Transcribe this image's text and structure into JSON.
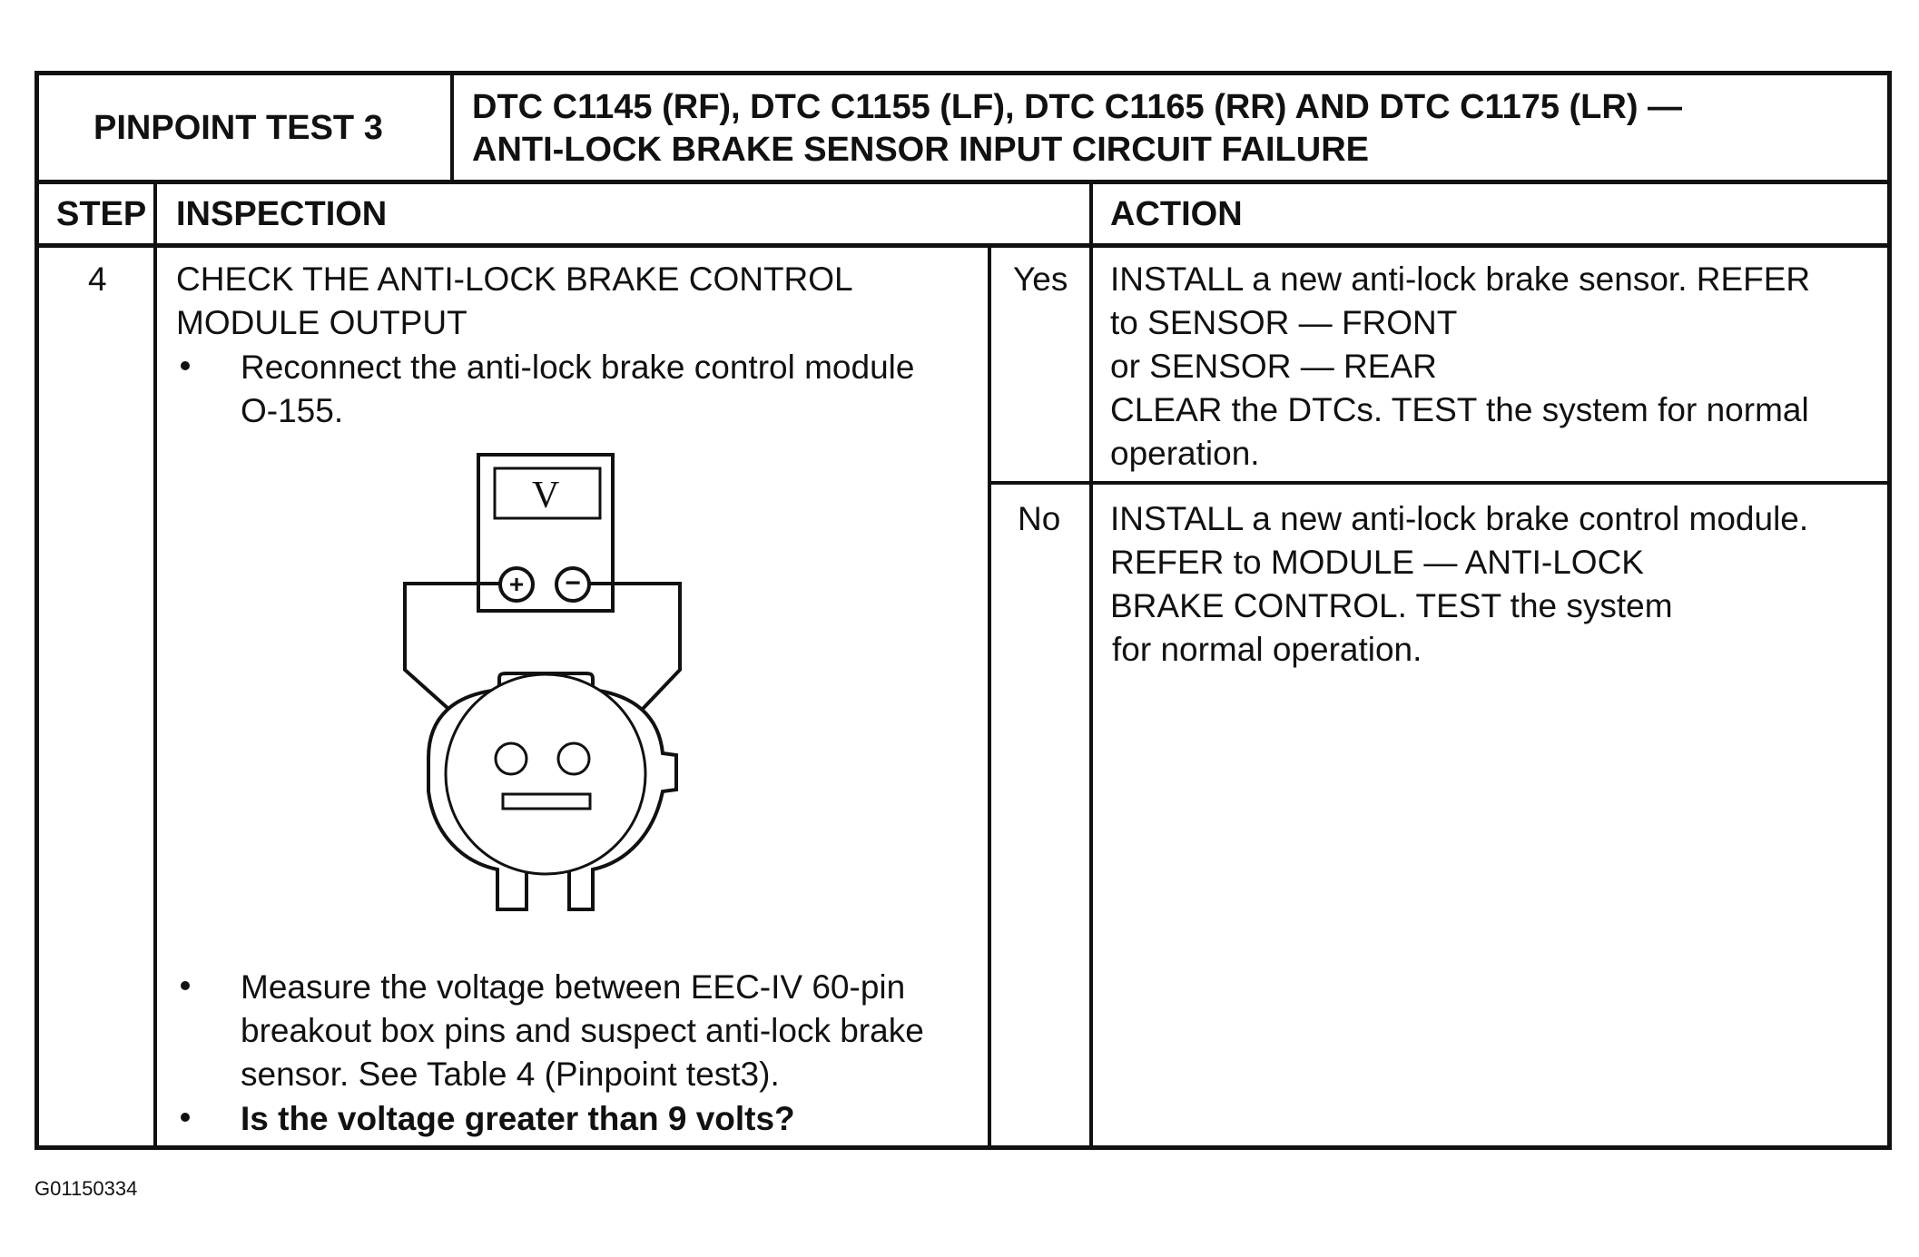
{
  "title_row": {
    "test_name": "PINPOINT TEST 3",
    "dtc_line1": "DTC C1145 (RF), DTC C1155 (LF), DTC C1165 (RR) AND DTC C1175 (LR) —",
    "dtc_line2": "ANTI-LOCK BRAKE SENSOR INPUT CIRCUIT FAILURE"
  },
  "columns": {
    "step": "STEP",
    "inspection": "INSPECTION",
    "action": "ACTION"
  },
  "step": {
    "number": "4",
    "heading_line1": "CHECK THE ANTI-LOCK BRAKE CONTROL",
    "heading_line2": "MODULE OUTPUT",
    "bullet1_line1": "Reconnect the anti-lock brake control module",
    "bullet1_line2": "O-155.",
    "bullet2_line1": "Measure the voltage between EEC-IV 60-pin",
    "bullet2_line2": "breakout box pins and suspect anti-lock brake",
    "bullet2_line3": "sensor.  See Table 4 (Pinpoint test3).",
    "bullet3": "Is the voltage greater than 9 volts?"
  },
  "meter": {
    "display": "V",
    "plus": "+",
    "minus": "−"
  },
  "answers": {
    "yes_label": "Yes",
    "yes_line1": "INSTALL a new anti-lock brake sensor. REFER",
    "yes_line2": "to  SENSOR — FRONT",
    "yes_line3": "or  SENSOR — REAR",
    "yes_line4": "CLEAR the DTCs. TEST the system for normal",
    "yes_line5": "operation.",
    "no_label": "No",
    "no_line1": "INSTALL a new anti-lock brake control module.",
    "no_line2": "REFER to MODULE — ANTI-LOCK",
    "no_line3": "BRAKE CONTROL.  TEST the  system",
    "no_line4": "for normal operation."
  },
  "figure_id": "G01150334"
}
